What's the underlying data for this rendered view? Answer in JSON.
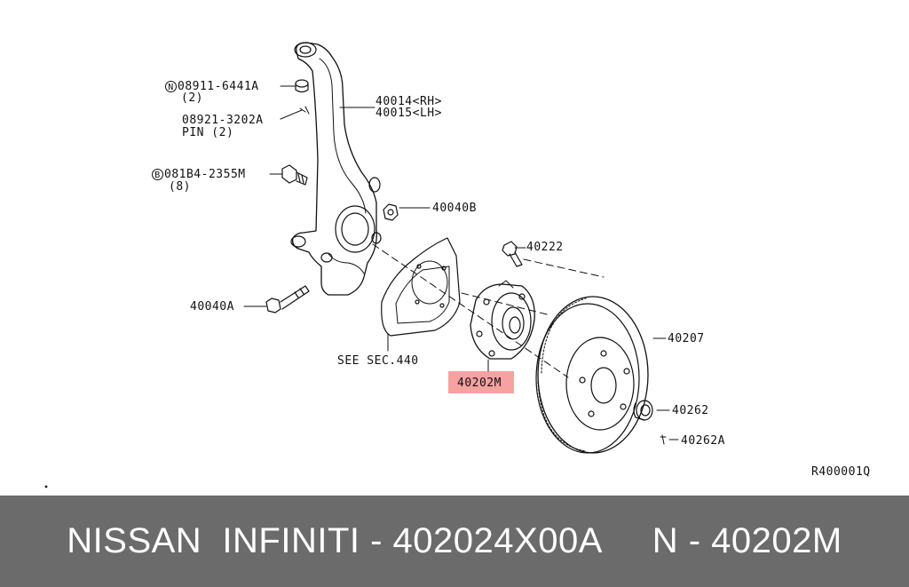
{
  "parts": {
    "nut_code": "N",
    "nut_part": "08911-6441A",
    "nut_qty": "(2)",
    "pin_part": "08921-3202A",
    "pin_label": "PIN (2)",
    "bolt_code": "B",
    "bolt_part": "081B4-2355M",
    "bolt_qty": "(8)",
    "knuckle_rh": "40014<RH>",
    "knuckle_lh": "40015<LH>",
    "p40040b": "40040B",
    "p40040a": "40040A",
    "p40222": "40222",
    "see_sec": "SEE SEC.440",
    "p40202m": "40202M",
    "p40207": "40207",
    "p40262": "40262",
    "p40262a": "40262A",
    "ref": "R400001Q"
  },
  "footer": {
    "title": "NISSAN  INFINITI - 402024X00A     N - 40202M"
  },
  "colors": {
    "highlight": "#f7a1a1",
    "footer_bg": "#6b6b6b",
    "line": "#111111"
  }
}
